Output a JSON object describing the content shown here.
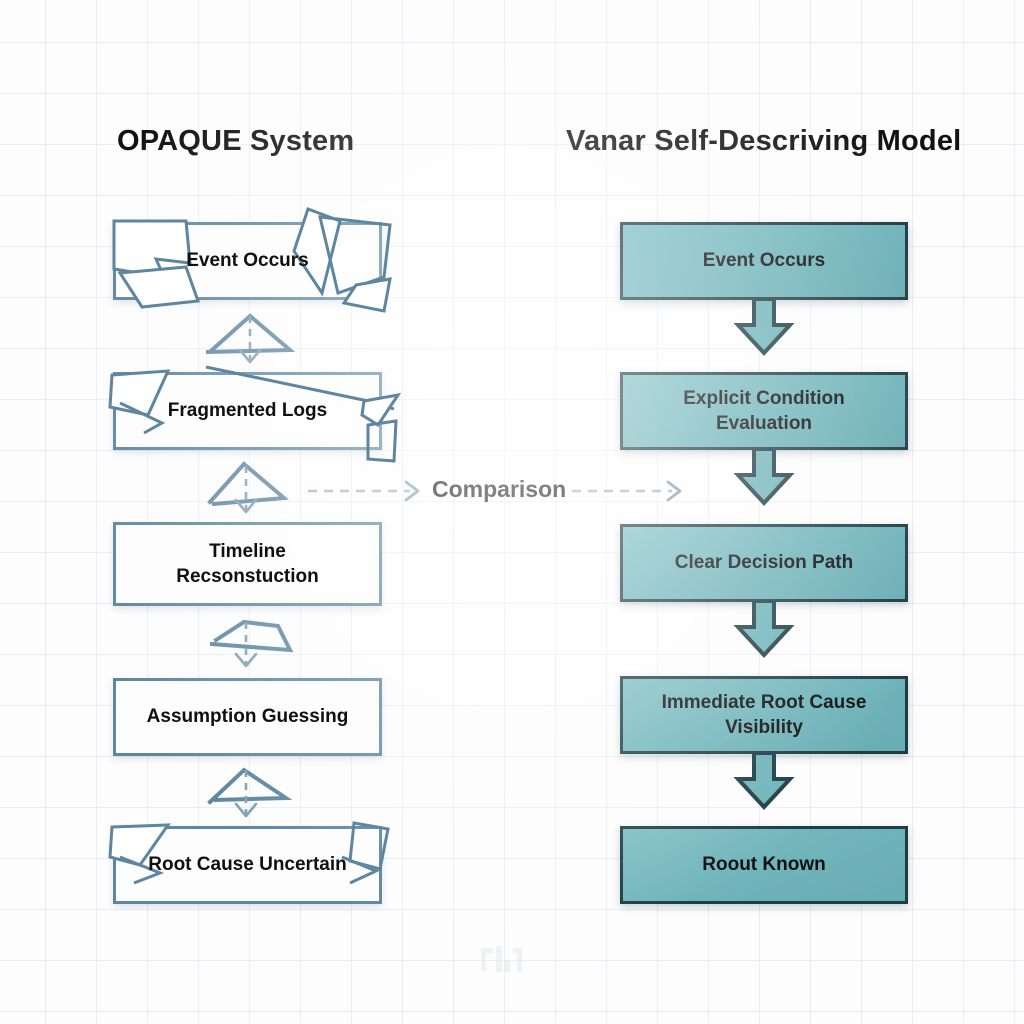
{
  "diagram": {
    "background_color": "#fdfdfe",
    "grid_color": "#aab9cd",
    "left_accent_color": "#5e86a0",
    "right_accent_color": "#6fb4ba",
    "right_border_color": "#1f3d44",
    "text_color": "#101010"
  },
  "left_column": {
    "title": "OPAQUE System",
    "style": "broken-fragmented-outline",
    "nodes": [
      {
        "label": "Event Occurs"
      },
      {
        "label": "Fragmented Logs"
      },
      {
        "label_line1": "Timeline",
        "label_line2": "Recsonstuction"
      },
      {
        "label": "Assumption Guessing"
      },
      {
        "label": "Root Cause Uncertain"
      }
    ],
    "connectors": [
      {
        "type": "broken-dashed-arrow-down"
      },
      {
        "type": "broken-dashed-arrow-down"
      },
      {
        "type": "broken-dashed-arrow-down"
      },
      {
        "type": "broken-dashed-arrow-down"
      }
    ]
  },
  "right_column": {
    "title": "Vanar Self-Descriving Model",
    "style": "solid-filled-teal",
    "nodes": [
      {
        "label": "Event Occurs"
      },
      {
        "label_line1": "Explicit Condition",
        "label_line2": "Evaluation"
      },
      {
        "label": "Clear Decision Path"
      },
      {
        "label_line1": "Immediate Root Cause",
        "label_line2": "Visibility"
      },
      {
        "label": "Roout Known"
      }
    ],
    "connectors": [
      {
        "type": "solid-block-arrow-down"
      },
      {
        "type": "solid-block-arrow-down"
      },
      {
        "type": "solid-block-arrow-down"
      },
      {
        "type": "solid-block-arrow-down"
      }
    ]
  },
  "middle": {
    "label": "Comparison",
    "left_arrow": "dashed-arrow-right",
    "right_arrow": "dashed-arrow-right"
  },
  "watermark": {
    "name": "bracket-bar-watermark"
  }
}
